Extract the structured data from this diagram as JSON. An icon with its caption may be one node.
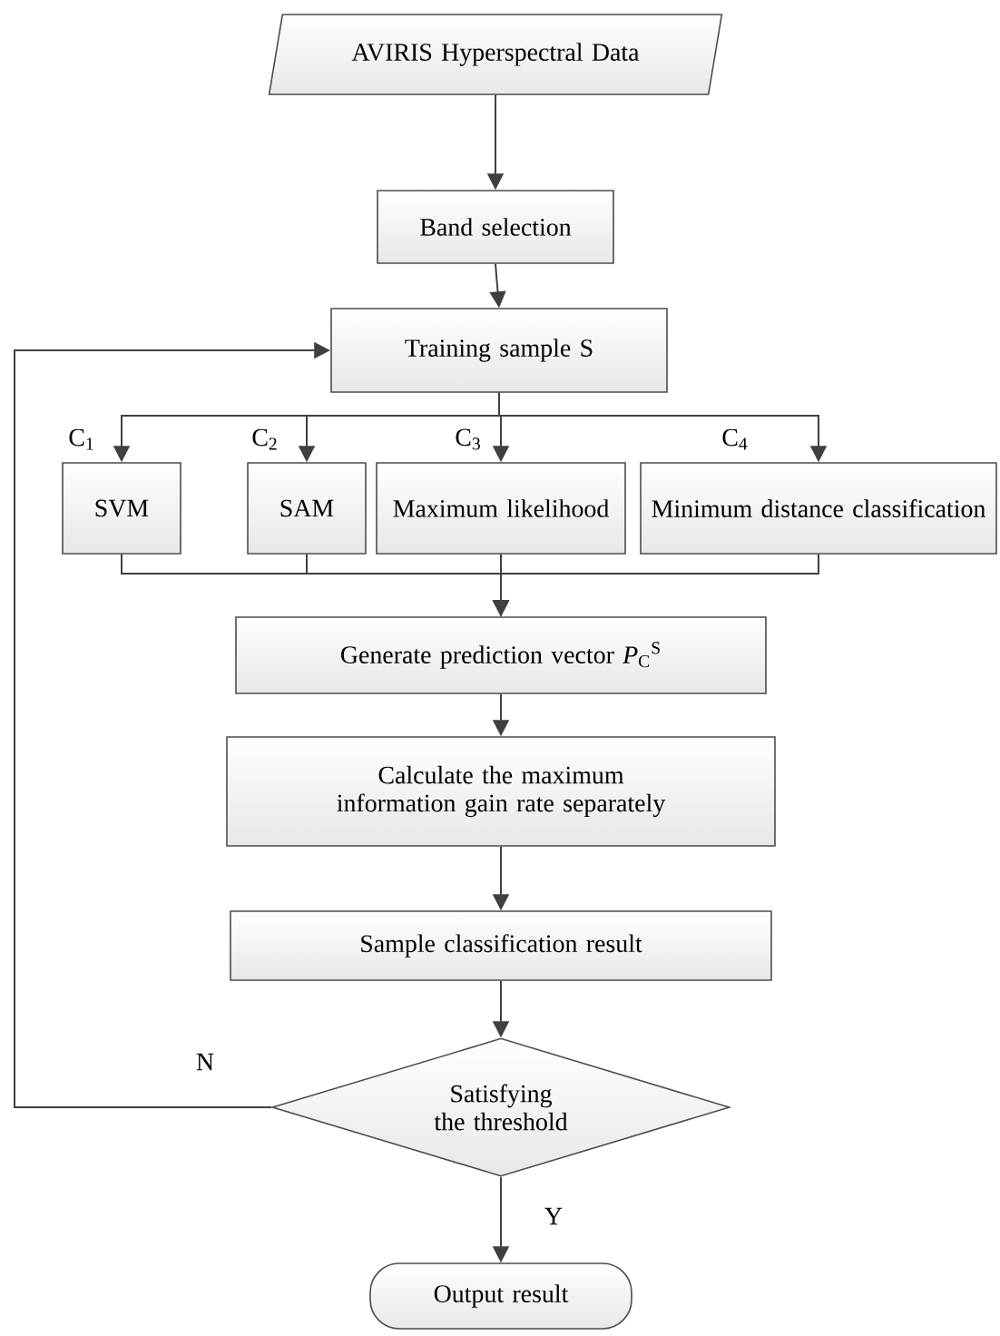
{
  "diagram": {
    "nodes": [
      {
        "text": [
          "AVIRIS Hyperspectral Data"
        ]
      },
      {
        "text": [
          "Band selection"
        ]
      },
      {
        "text": [
          "Training sample S"
        ]
      },
      {
        "text": [
          "SVM"
        ]
      },
      {
        "text": [
          "SAM"
        ]
      },
      {
        "text": [
          "Maximum likelihood"
        ]
      },
      {
        "text": [
          "Minimum distance classification"
        ]
      },
      {
        "text": [
          "Generate prediction vector *P*$_{C}$$^{S}$"
        ]
      },
      {
        "text": [
          "Calculate the maximum information gain rate separately"
        ]
      },
      {
        "text": [
          "Sample classification result"
        ]
      },
      {
        "text": [
          "Satisfying the threshold"
        ]
      },
      {
        "text": [
          "Output result"
        ]
      }
    ],
    "edges": [
      {
        "from": 0,
        "to": 1,
        "arrow": "to"
      },
      {
        "from": 1,
        "to": 2,
        "arrow": "to"
      },
      {
        "from": 2,
        "to": 3,
        "arrow": "to",
        "label": "C$_{1}$"
      },
      {
        "from": 2,
        "to": 4,
        "arrow": "to",
        "label": "C$_{2}$"
      },
      {
        "from": 2,
        "to": 5,
        "arrow": "to",
        "label": "C$_{3}$"
      },
      {
        "from": 2,
        "to": 6,
        "arrow": "to",
        "label": "C$_{4}$"
      },
      {
        "from": 3,
        "to": 7,
        "arrow": "to"
      },
      {
        "from": 4,
        "to": 7,
        "arrow": "to"
      },
      {
        "from": 5,
        "to": 7,
        "arrow": "to"
      },
      {
        "from": 6,
        "to": 7,
        "arrow": "to"
      },
      {
        "from": 7,
        "to": 8,
        "arrow": "to"
      },
      {
        "from": 8,
        "to": 9,
        "arrow": "to"
      },
      {
        "from": 9,
        "to": 10,
        "arrow": "to"
      },
      {
        "from": 10,
        "to": 11,
        "arrow": "to",
        "label": "Y"
      },
      {
        "from": 10,
        "to": 2,
        "arrow": "to",
        "label": "N"
      }
    ]
  }
}
